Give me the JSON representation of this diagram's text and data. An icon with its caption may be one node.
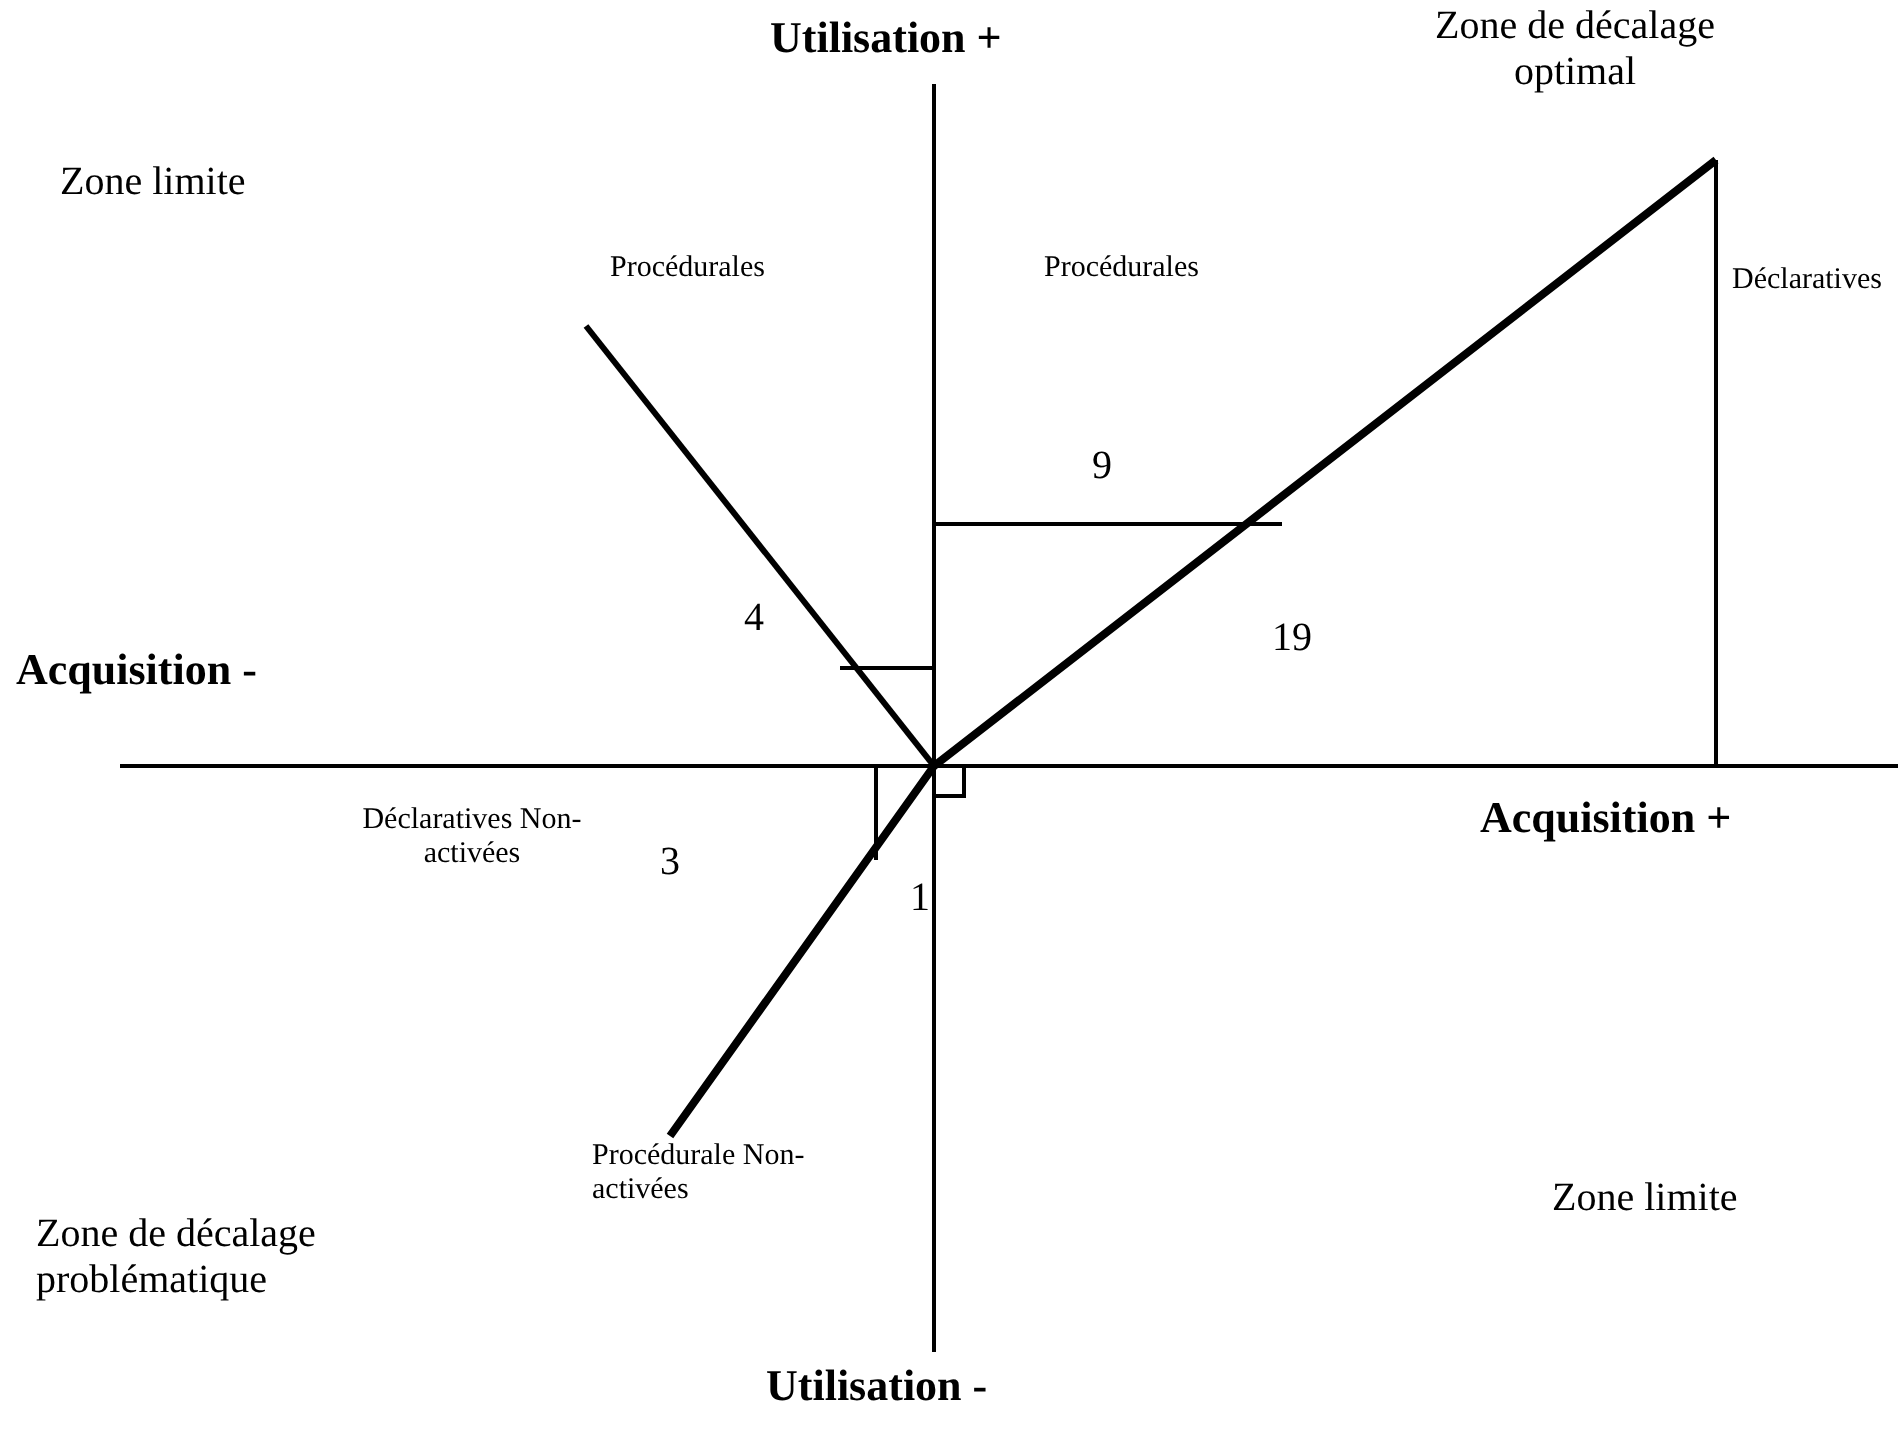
{
  "diagram": {
    "labels": [
      "Utilisation +",
      "Zone de décalage optimal",
      "Zone limite",
      "Procédurales",
      "Procédurales",
      "Déclaratives",
      "9",
      "4",
      "Acquisition -",
      "19",
      "Acquisition +",
      "Déclaratives Non-activées",
      "3",
      "1",
      "Procédurale Non-activées",
      "Zone limite",
      "Zone de décalage problématique",
      "Utilisation -"
    ]
  }
}
